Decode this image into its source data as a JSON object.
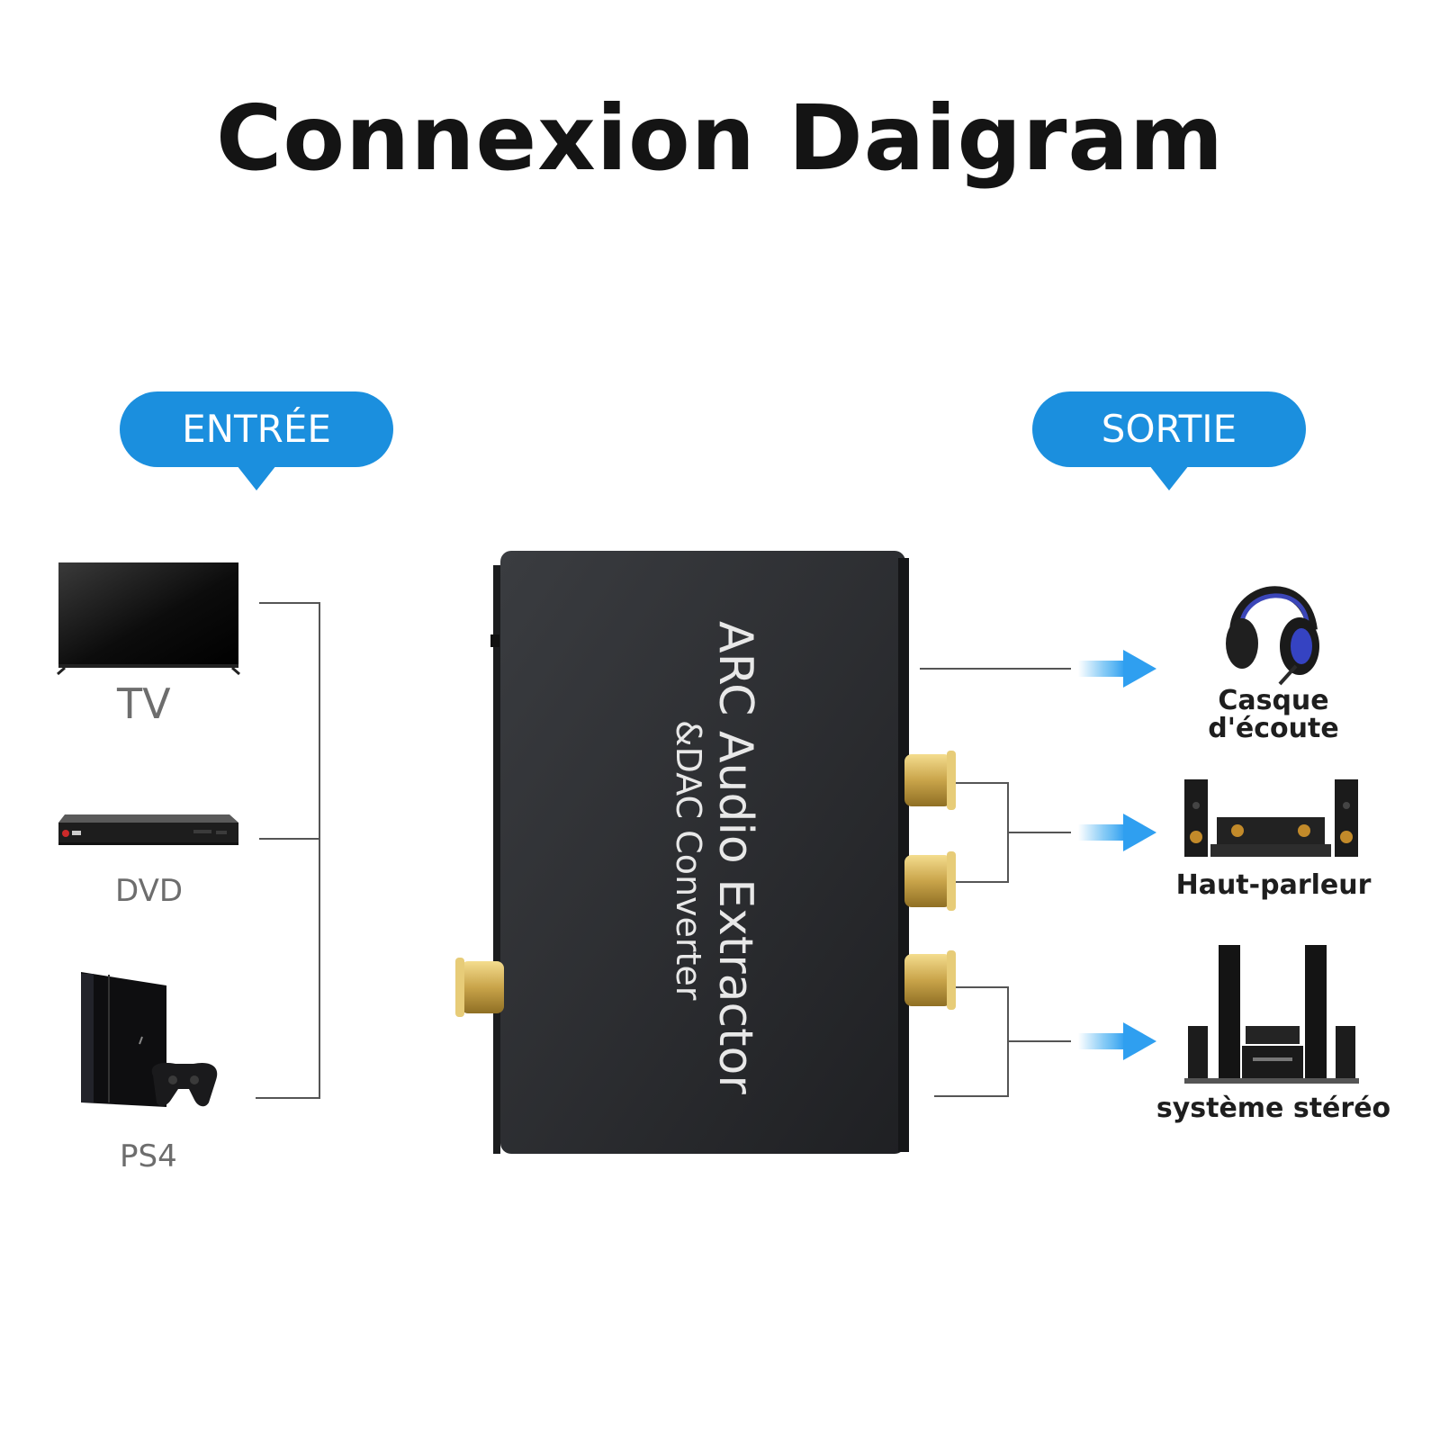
{
  "title": "Connexion Daigram",
  "input_bubble": "ENTRÉE",
  "output_bubble": "SORTIE",
  "inputs": [
    {
      "label": "TV",
      "icon": "tv-icon"
    },
    {
      "label": "DVD",
      "icon": "dvd-player-icon"
    },
    {
      "label": "PS4",
      "icon": "game-console-icon"
    }
  ],
  "device": {
    "line1": "ARC Audio Extractor",
    "line2": "&DAC Converter"
  },
  "outputs": [
    {
      "label_line1": "Casque",
      "label_line2": "d'écoute",
      "icon": "headphones-icon"
    },
    {
      "label": "Haut-parleur",
      "icon": "speaker-system-icon"
    },
    {
      "label": "système stéréo",
      "icon": "stereo-system-icon"
    }
  ],
  "colors": {
    "accent": "#1b8fde",
    "arrow": "#52b4f2",
    "device_body": "#2a2c2f",
    "connector_gold": "#c9a44a"
  }
}
